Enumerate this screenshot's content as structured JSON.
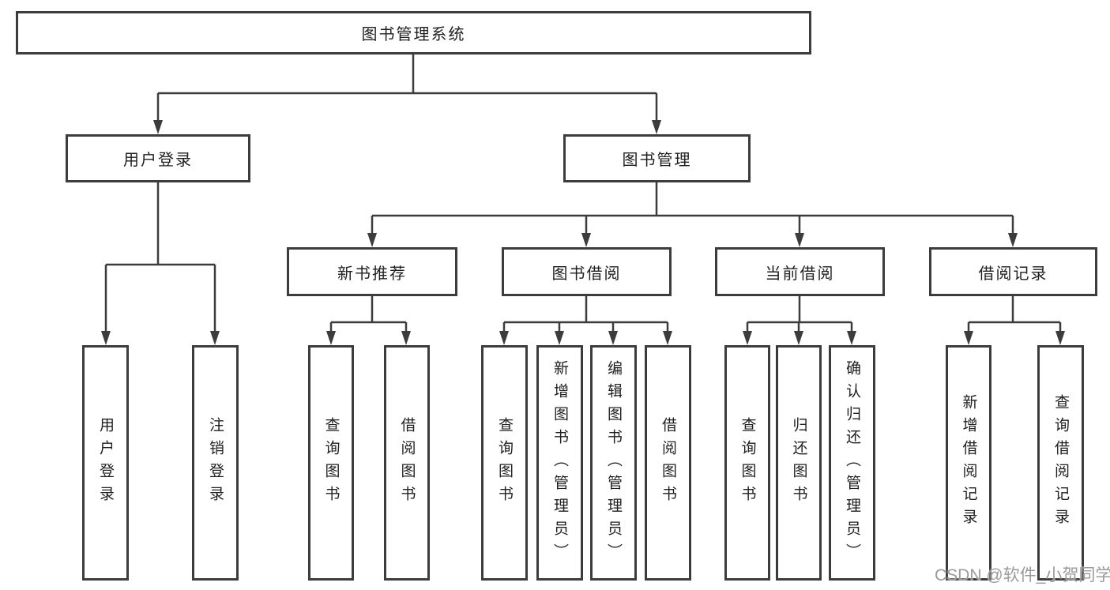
{
  "colors": {
    "line": "#3c3c3c",
    "text": "#1f1f1f",
    "box-bg": "#ffffff",
    "page-bg": "#ffffff",
    "watermark": "#9a9a9a"
  },
  "diagram": {
    "root": {
      "label": "图书管理系统"
    },
    "level2": [
      {
        "label": "用户登录"
      },
      {
        "label": "图书管理"
      }
    ],
    "level3": [
      {
        "label": "新书推荐"
      },
      {
        "label": "图书借阅"
      },
      {
        "label": "当前借阅"
      },
      {
        "label": "借阅记录"
      }
    ],
    "leaves": {
      "login": [
        "用户登录",
        "注销登录"
      ],
      "recommend": [
        "查询图书",
        "借阅图书"
      ],
      "borrow": [
        "查询图书",
        "新增图书（管理员）",
        "编辑图书（管理员）",
        "借阅图书"
      ],
      "current": [
        "查询图书",
        "归还图书",
        "确认归还（管理员）"
      ],
      "records": [
        "新增借阅记录",
        "查询借阅记录"
      ]
    }
  },
  "watermark": {
    "text": "CSDN @软件_小贺同学"
  }
}
